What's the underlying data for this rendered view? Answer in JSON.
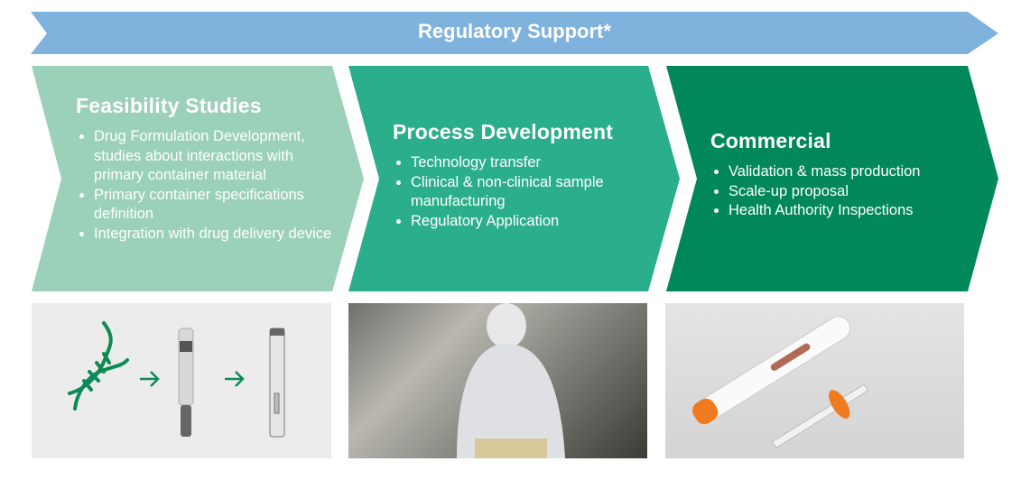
{
  "banner": {
    "title": "Regulatory Support*"
  },
  "colors": {
    "banner": "#7fb2dc",
    "feasibility": "#9bd0b9",
    "process": "#2bae8b",
    "commercial": "#00875a",
    "accent": "#0e8a55"
  },
  "stages": [
    {
      "title": "Feasibility Studies",
      "bullets": [
        "Drug Formulation Development, studies about interactions with primary container material",
        "Primary container specifications definition",
        "Integration with drug delivery device"
      ]
    },
    {
      "title": "Process Development",
      "bullets": [
        "Technology transfer",
        "Clinical & non-clinical sample manufacturing",
        "Regulatory Application"
      ]
    },
    {
      "title": "Commercial",
      "bullets": [
        "Validation & mass production",
        "Scale-up proposal",
        "Health Authority Inspections"
      ]
    }
  ],
  "images": [
    {
      "icons": [
        "dna-icon",
        "arrow-right-icon",
        "cartridge-icon",
        "arrow-right-icon",
        "pen-injector-icon"
      ]
    },
    {
      "description_icon": "cleanroom-photo"
    },
    {
      "description_icon": "autoinjector-syringe-photo"
    }
  ]
}
